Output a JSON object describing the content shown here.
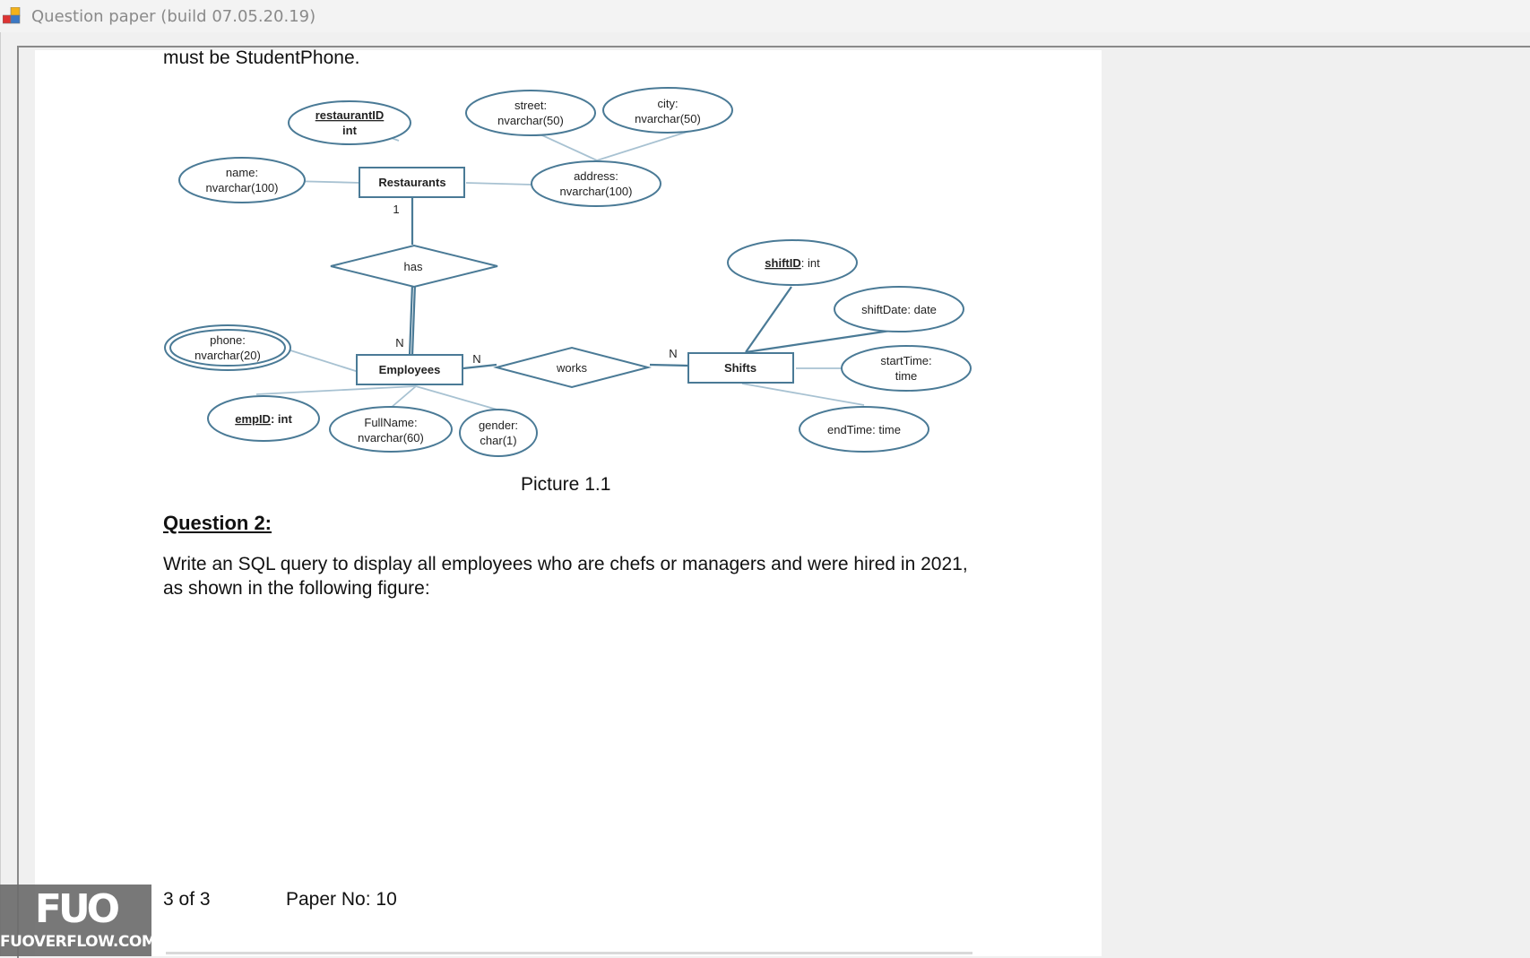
{
  "window": {
    "title": "Question paper (build 07.05.20.19)"
  },
  "document": {
    "top_line": "must be StudentPhone.",
    "diagram": {
      "entities": {
        "restaurants": "Restaurants",
        "employees": "Employees",
        "shifts": "Shifts"
      },
      "relationships": {
        "has": "has",
        "works": "works"
      },
      "attributes": {
        "restaurant_id": [
          "restaurantID",
          "int"
        ],
        "street": [
          "street:",
          "nvarchar(50)"
        ],
        "city": [
          "city:",
          "nvarchar(50)"
        ],
        "name": [
          "name:",
          "nvarchar(100)"
        ],
        "address": [
          "address:",
          "nvarchar(100)"
        ],
        "shift_id_key": "shiftID",
        "shift_id_type": ": int",
        "shift_date": "shiftDate: date",
        "phone": [
          "phone:",
          "nvarchar(20)"
        ],
        "start_time": [
          "startTime:",
          "time"
        ],
        "emp_id_key": "empID",
        "emp_id_type": ": int",
        "full_name": [
          "FullName:",
          "nvarchar(60)"
        ],
        "gender": [
          "gender:",
          "char(1)"
        ],
        "end_time": "endTime: time"
      },
      "cardinalities": {
        "restaurants_has": "1",
        "employees_has": "N",
        "employees_works": "N",
        "shifts_works": "N"
      }
    },
    "caption": "Picture 1.1",
    "question_heading": "Question 2:",
    "question_text": "Write an SQL query to display all employees who are chefs or managers and were hired in 2021, as shown in the following figure:",
    "footer": {
      "page": "3 of 3",
      "paper": "Paper No: 10"
    }
  },
  "watermark": {
    "logo": "FUO",
    "site": "FUOVERFLOW.COM"
  }
}
